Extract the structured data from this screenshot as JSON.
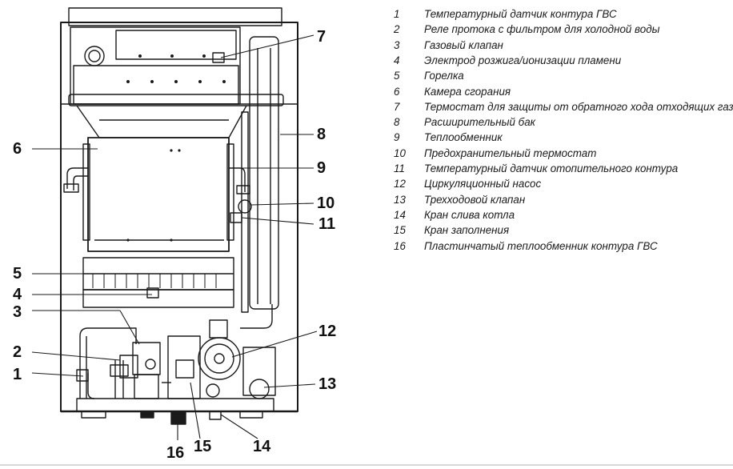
{
  "callouts": {
    "c1": "1",
    "c2": "2",
    "c3": "3",
    "c4": "4",
    "c5": "5",
    "c6": "6",
    "c7": "7",
    "c8": "8",
    "c9": "9",
    "c10": "10",
    "c11": "11",
    "c12": "12",
    "c13": "13",
    "c14": "14",
    "c15": "15",
    "c16": "16"
  },
  "legend": [
    {
      "num": "1",
      "text": "Температурный датчик контура ГВС"
    },
    {
      "num": "2",
      "text": " Реле протока с фильтром для холодной воды"
    },
    {
      "num": "3",
      "text": "Газовый клапан"
    },
    {
      "num": "4",
      "text": "Электрод розжига/ионизации пламени"
    },
    {
      "num": "5",
      "text": "Горелка"
    },
    {
      "num": "6",
      "text": "Камера сгорания"
    },
    {
      "num": "7",
      "text": "Термостат для защиты от обратного хода отходящих газов"
    },
    {
      "num": "8",
      "text": "Расширительный бак"
    },
    {
      "num": "9",
      "text": "Теплообменник"
    },
    {
      "num": "10",
      "text": "Предохранительный термостат"
    },
    {
      "num": "11",
      "text": "Температурный датчик отопительного контура"
    },
    {
      "num": "12",
      "text": "Циркуляционный насос"
    },
    {
      "num": "13",
      "text": "Трехходовой клапан"
    },
    {
      "num": "14",
      "text": "Кран слива котла"
    },
    {
      "num": "15",
      "text": "Кран заполнения"
    },
    {
      "num": "16",
      "text": "Пластинчатый теплообменник контура ГВС"
    }
  ]
}
